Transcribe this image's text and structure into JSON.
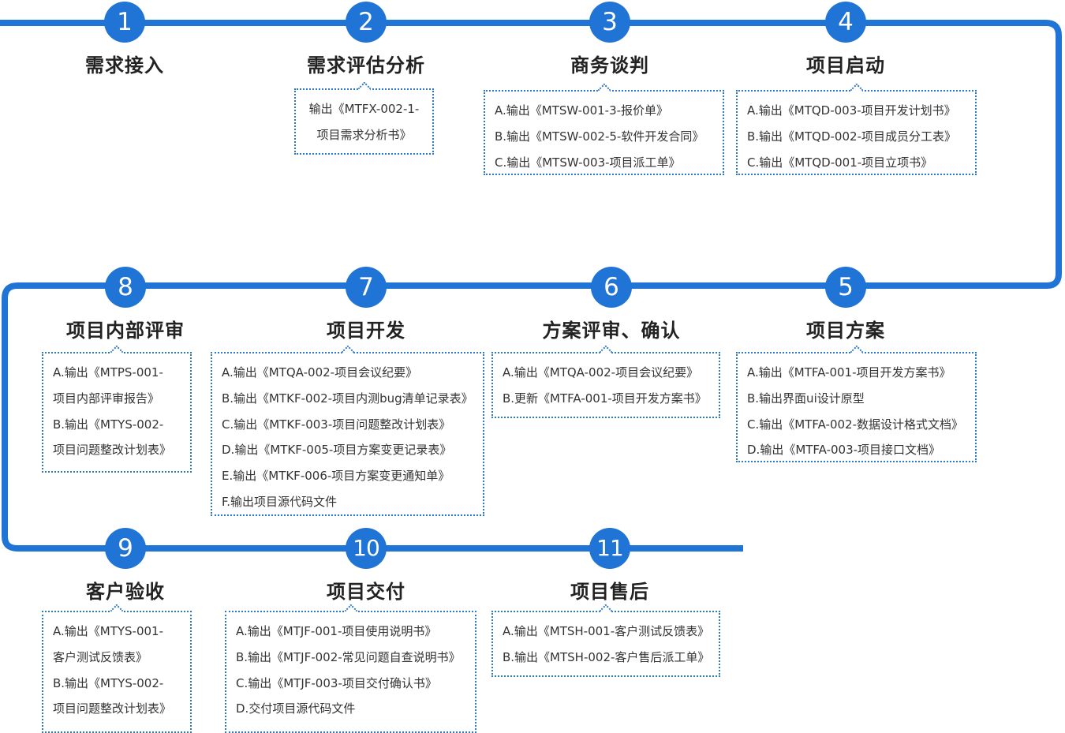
{
  "colors": {
    "accent": "#1f74d6",
    "box_border": "#2d77c8"
  },
  "stages": [
    {
      "num": "1",
      "title": "需求接入",
      "items": []
    },
    {
      "num": "2",
      "title": "需求评估分析",
      "items": [
        "输出《MTFX-002-1-",
        "项目需求分析书》"
      ]
    },
    {
      "num": "3",
      "title": "商务谈判",
      "items": [
        "A.输出《MTSW-001-3-报价单》",
        "B.输出《MTSW-002-5-软件开发合同》",
        "C.输出《MTSW-003-项目派工单》"
      ]
    },
    {
      "num": "4",
      "title": "项目启动",
      "items": [
        "A.输出《MTQD-003-项目开发计划书》",
        "B.输出《MTQD-002-项目成员分工表》",
        "C.输出《MTQD-001-项目立项书》"
      ]
    },
    {
      "num": "5",
      "title": "项目方案",
      "items": [
        "A.输出《MTFA-001-项目开发方案书》",
        "B.输出界面ui设计原型",
        "C.输出《MTFA-002-数据设计格式文档》",
        "D.输出《MTFA-003-项目接口文档》"
      ]
    },
    {
      "num": "6",
      "title": "方案评审、确认",
      "items": [
        "A.输出《MTQA-002-项目会议纪要》",
        "B.更新《MTFA-001-项目开发方案书》"
      ]
    },
    {
      "num": "7",
      "title": "项目开发",
      "items": [
        "A.输出《MTQA-002-项目会议纪要》",
        "B.输出《MTKF-002-项目内测bug清单记录表》",
        "C.输出《MTKF-003-项目问题整改计划表》",
        "D.输出《MTKF-005-项目方案变更记录表》",
        "E.输出《MTKF-006-项目方案变更通知单》",
        "F.输出项目源代码文件"
      ]
    },
    {
      "num": "8",
      "title": "项目内部评审",
      "items": [
        "A.输出《MTPS-001-",
        "项目内部评审报告》",
        "B.输出《MTYS-002-",
        "项目问题整改计划表》"
      ]
    },
    {
      "num": "9",
      "title": "客户验收",
      "items": [
        "A.输出《MTYS-001-",
        "客户测试反馈表》",
        "B.输出《MTYS-002-",
        "项目问题整改计划表》"
      ]
    },
    {
      "num": "10",
      "title": "项目交付",
      "items": [
        "A.输出《MTJF-001-项目使用说明书》",
        "B.输出《MTJF-002-常见问题自查说明书》",
        "C.输出《MTJF-003-项目交付确认书》",
        "D.交付项目源代码文件"
      ]
    },
    {
      "num": "11",
      "title": "项目售后",
      "items": [
        "A.输出《MTSH-001-客户测试反馈表》",
        "B.输出《MTSH-002-客户售后派工单》"
      ]
    }
  ]
}
